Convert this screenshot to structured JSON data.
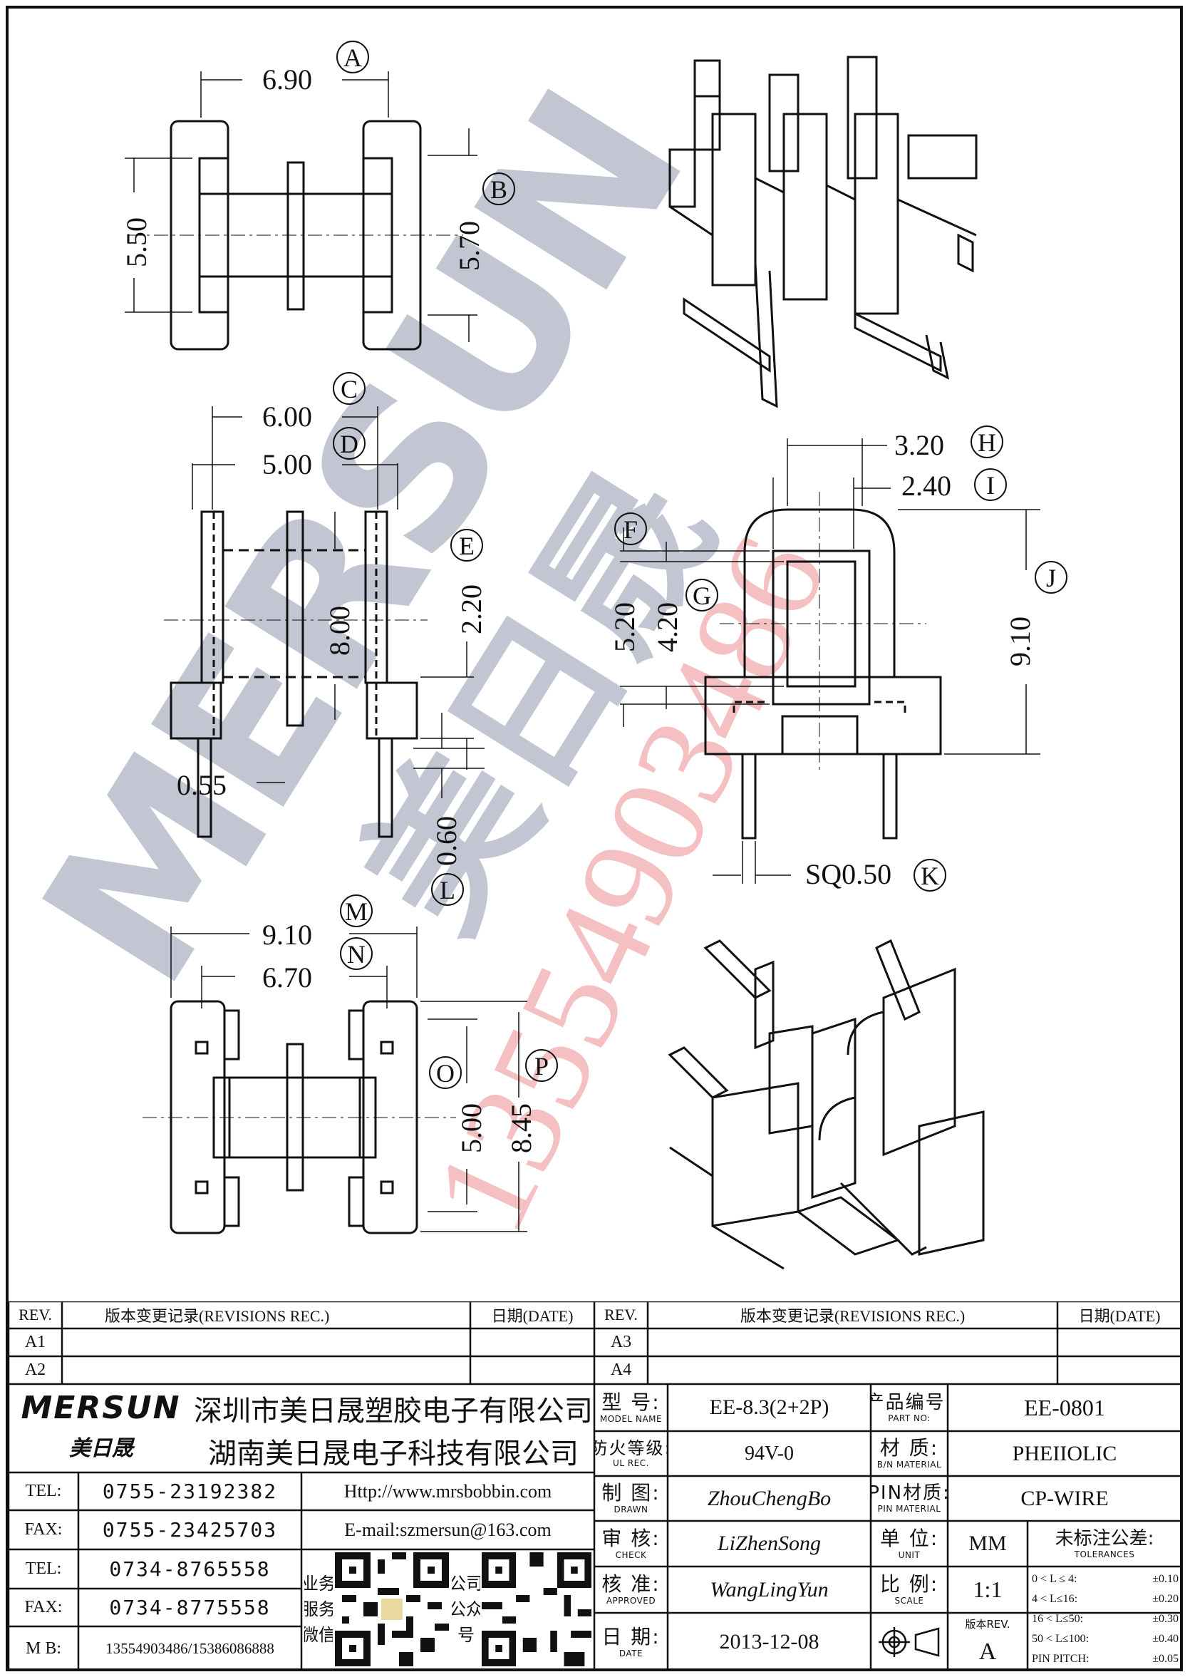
{
  "drawing": {
    "dimensions": {
      "A": "6.90",
      "B": "5.70",
      "C": "6.00",
      "D": "5.00",
      "E": "2.20",
      "F": "5.20",
      "G": "4.20",
      "H": "3.20",
      "I": "2.40",
      "J": "9.10",
      "K": "SQ0.50",
      "L": "0.60",
      "M": "9.10",
      "N": "6.70",
      "O": "5.00",
      "P": "8.45",
      "top_left_height": "5.50",
      "side_height": "8.00",
      "pin_offset": "0.55"
    },
    "balloons": [
      "A",
      "B",
      "C",
      "D",
      "E",
      "F",
      "G",
      "H",
      "I",
      "J",
      "K",
      "L",
      "M",
      "N",
      "O",
      "P"
    ],
    "watermark": {
      "brand": "MERSUN",
      "cn": "美日晟",
      "phone": "13554903486"
    },
    "colors": {
      "line": "#111111",
      "wm_blue": "#9ec3e6",
      "wm_gray": "#b8bccb",
      "wm_red": "#f3b6b8"
    }
  },
  "revisions": {
    "left": {
      "rev": "REV.",
      "record": "版本变更记录(REVISIONS REC.)",
      "date": "日期(DATE)",
      "rows": [
        "A1",
        "A2"
      ]
    },
    "right": {
      "rev": "REV.",
      "record": "版本变更记录(REVISIONS REC.)",
      "date": "日期(DATE)",
      "rows": [
        "A3",
        "A4"
      ]
    }
  },
  "company": {
    "logo": "MERSUN",
    "logo_cn": "美日晟",
    "name1": "深圳市美日晟塑胶电子有限公司",
    "name2": "湖南美日晟电子科技有限公司",
    "contacts": [
      {
        "label": "TEL:",
        "value": "0755-23192382"
      },
      {
        "label": "FAX:",
        "value": "0755-23425703"
      },
      {
        "label": "TEL:",
        "value": "0734-8765558"
      },
      {
        "label": "FAX:",
        "value": "0734-8775558"
      },
      {
        "label": "M B:",
        "value": "13554903486/15386086888"
      }
    ],
    "web": "Http://www.mrsbobbin.com",
    "email": "E-mail:szmersun@163.com",
    "qr1_label": [
      "业务",
      "服务",
      "微信"
    ],
    "qr2_label": [
      "公司",
      "公众",
      "号"
    ]
  },
  "specs": {
    "model_label": "型 号:",
    "model_sub": "MODEL NAME",
    "model": "EE-8.3(2+2P)",
    "ul_label": "防火等级:",
    "ul_sub": "UL REC.",
    "ul": "94V-0",
    "drawn_label": "制 图:",
    "drawn_sub": "DRAWN",
    "drawn": "ZhouChengBo",
    "check_label": "审 核:",
    "check_sub": "CHECK",
    "check": "LiZhenSong",
    "approved_label": "核 准:",
    "approved_sub": "APPROVED",
    "approved": "WangLingYun",
    "date_label": "日 期:",
    "date_sub": "DATE",
    "date": "2013-12-08",
    "part_label": "产品编号:",
    "part_sub": "PART NO:",
    "part": "EE-0801",
    "material_label": "材 质:",
    "material_sub": "B/N MATERIAL",
    "material": "PHEIIOLIC",
    "pin_label": "PIN材质:",
    "pin_sub": "PIN MATERIAL",
    "pin": "CP-WIRE",
    "unit_label": "单 位:",
    "unit_sub": "UNIT",
    "unit": "MM",
    "scale_label": "比 例:",
    "scale_sub": "SCALE",
    "scale": "1:1",
    "version_label": "版本REV.",
    "version": "A",
    "tol_label": "未标注公差:",
    "tol_sub": "TOLERANCES",
    "tolerances": [
      {
        "range": "0 < L ≤ 4:",
        "value": "±0.10"
      },
      {
        "range": "4 < L≤16:",
        "value": "±0.20"
      },
      {
        "range": "16 < L≤50:",
        "value": "±0.30"
      },
      {
        "range": "50 < L≤100:",
        "value": "±0.40"
      },
      {
        "range": "PIN PITCH:",
        "value": "±0.05"
      }
    ]
  }
}
